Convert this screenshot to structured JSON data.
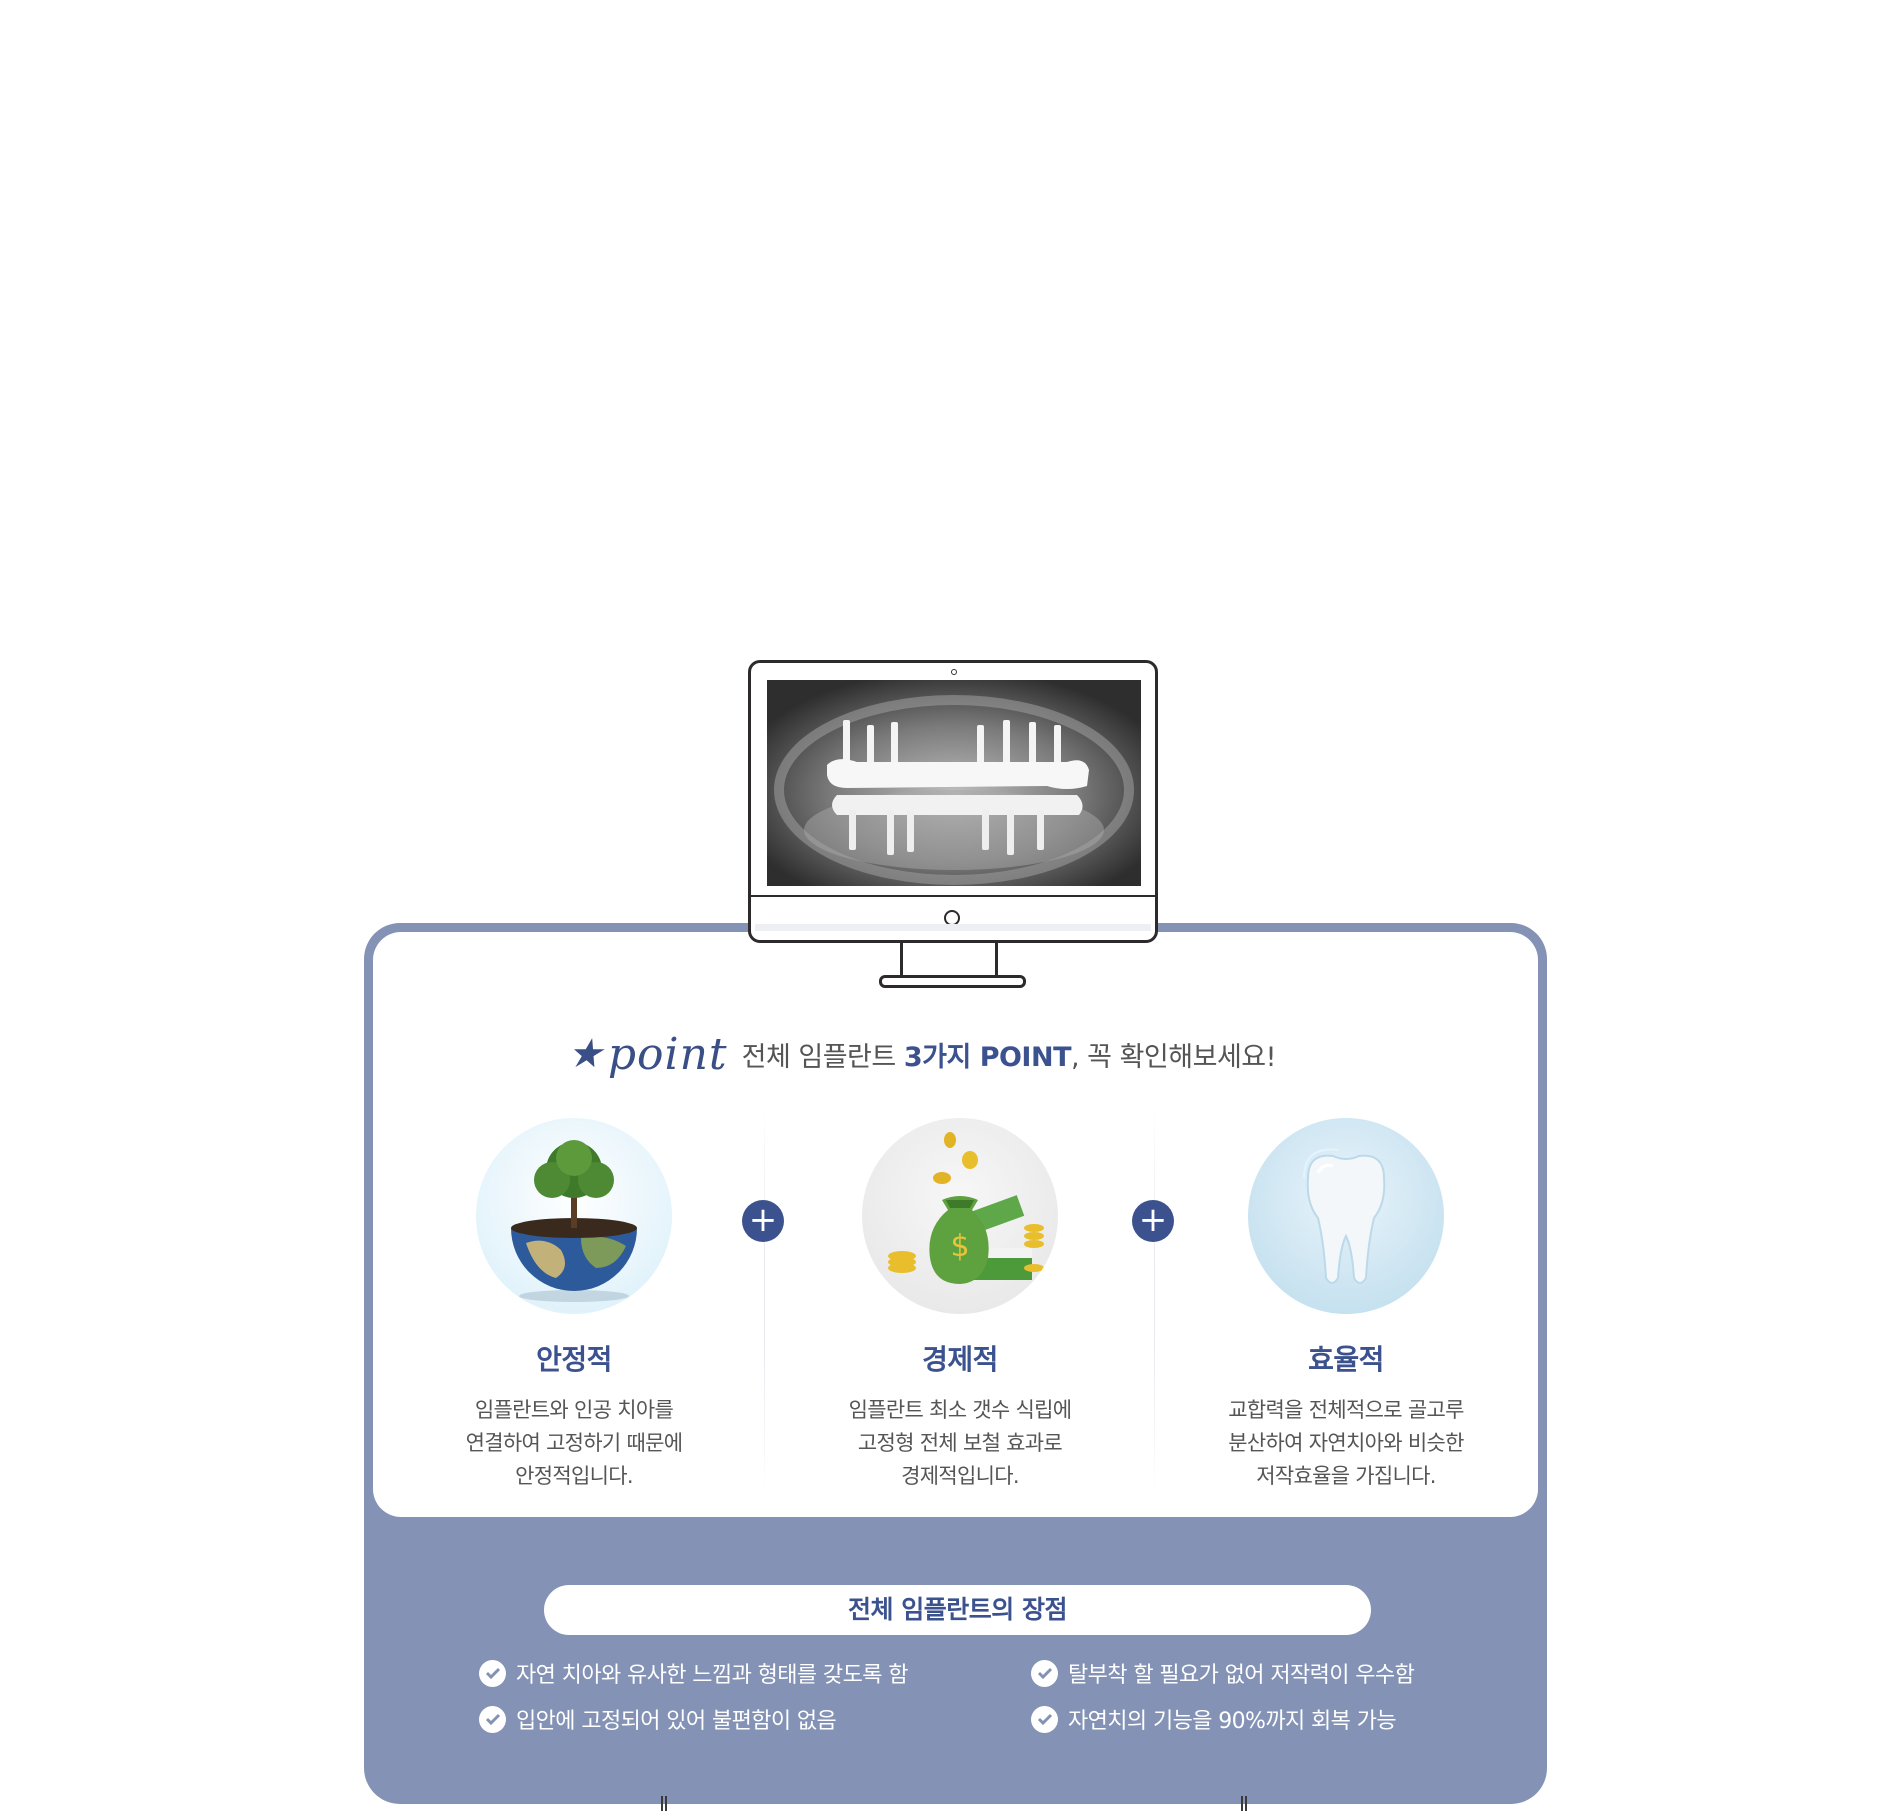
{
  "heading": {
    "logo": "point",
    "text_pre": "전체 임플란트 ",
    "text_em": "3가지 POINT",
    "text_post": ", 꼭 확인해보세요!"
  },
  "features": [
    {
      "title": "안정적",
      "desc": [
        "임플란트와 인공 치아를",
        "연결하여 고정하기 때문에",
        "안정적입니다."
      ]
    },
    {
      "title": "경제적",
      "desc": [
        "임플란트 최소 갯수 식립에",
        "고정형 전체 보철 효과로",
        "경제적입니다."
      ]
    },
    {
      "title": "효율적",
      "desc": [
        "교합력을 전체적으로 골고루",
        "분산하여 자연치아와 비슷한",
        "저작효율을 가집니다."
      ]
    }
  ],
  "plus_icon": "+",
  "advantages": {
    "title": "전체 임플란트의 장점",
    "items": [
      "자연 치아와 유사한 느낌과 형태를 갖도록 함",
      "탈부착 할 필요가 없어 저작력이 우수함",
      "입안에 고정되어 있어 불편함이 없음",
      "자연치의 기능을 90%까지 회복 가능"
    ]
  },
  "colors": {
    "accent": "#3b528f",
    "panel": "#8493b5",
    "text": "#555555"
  },
  "icons": [
    "monitor-icon",
    "xray-image",
    "globe-tree-icon",
    "money-bag-icon",
    "tooth-icon",
    "plus-icon",
    "check-icon"
  ]
}
